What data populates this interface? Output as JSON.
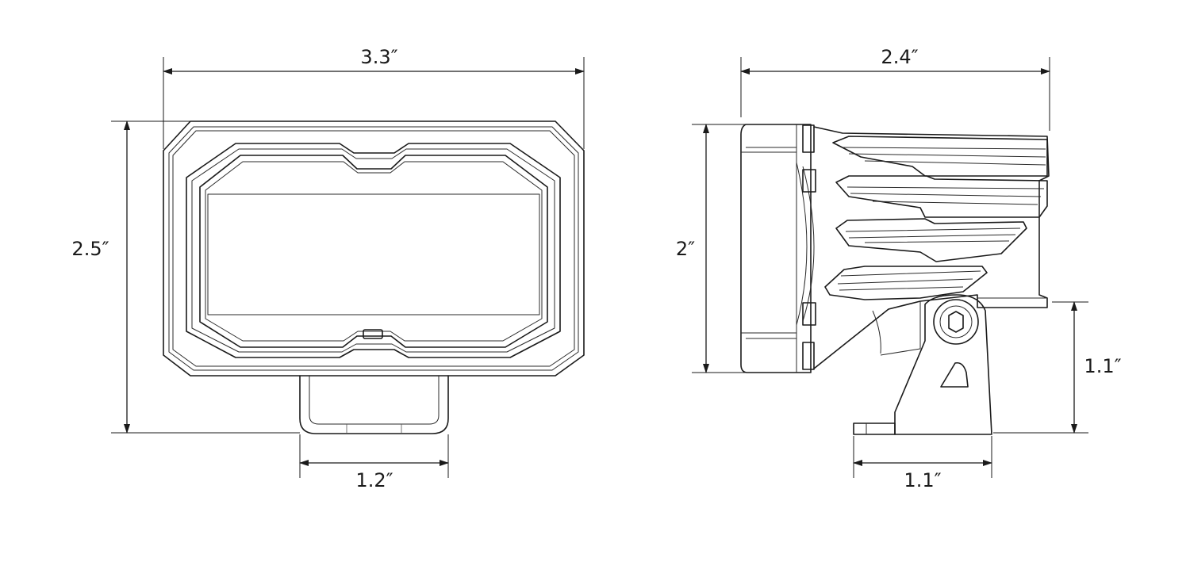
{
  "front_view": {
    "width_label": "3.3″",
    "height_label": "2.5″",
    "bracket_width_label": "1.2″"
  },
  "side_view": {
    "depth_label": "2.4″",
    "height_label": "2″",
    "mount_height_label": "1.1″",
    "base_width_label": "1.1″"
  },
  "colors": {
    "line": "#1a1a1a",
    "background": "#ffffff"
  }
}
